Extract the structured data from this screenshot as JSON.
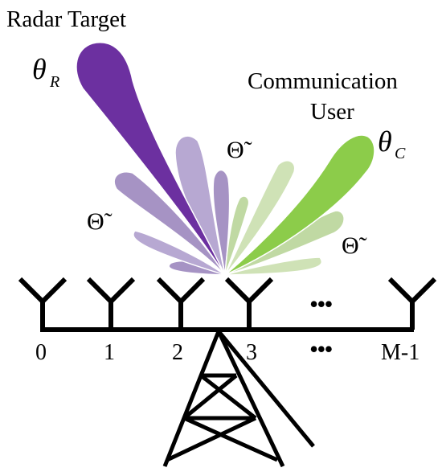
{
  "labels": {
    "radar_target": "Radar Target",
    "communication_line1": "Communication",
    "communication_line2": "User",
    "theta_r_symbol": "θ",
    "theta_r_sub": "R",
    "theta_c_symbol": "θ",
    "theta_c_sub": "C",
    "theta_tilde": "Θ̃",
    "ellipsis": "•••"
  },
  "antenna_indices": [
    "0",
    "1",
    "2",
    "3",
    "M-1"
  ],
  "colors": {
    "radar_beam": "#6c30a0",
    "radar_sidelobe": "#a693c4",
    "radar_sidelobe_light": "#b7a8d2",
    "comm_beam": "#8ccc4a",
    "comm_sidelobe": "#c0d9a3",
    "comm_sidelobe_light": "#cfe2b6",
    "line": "#000000"
  }
}
